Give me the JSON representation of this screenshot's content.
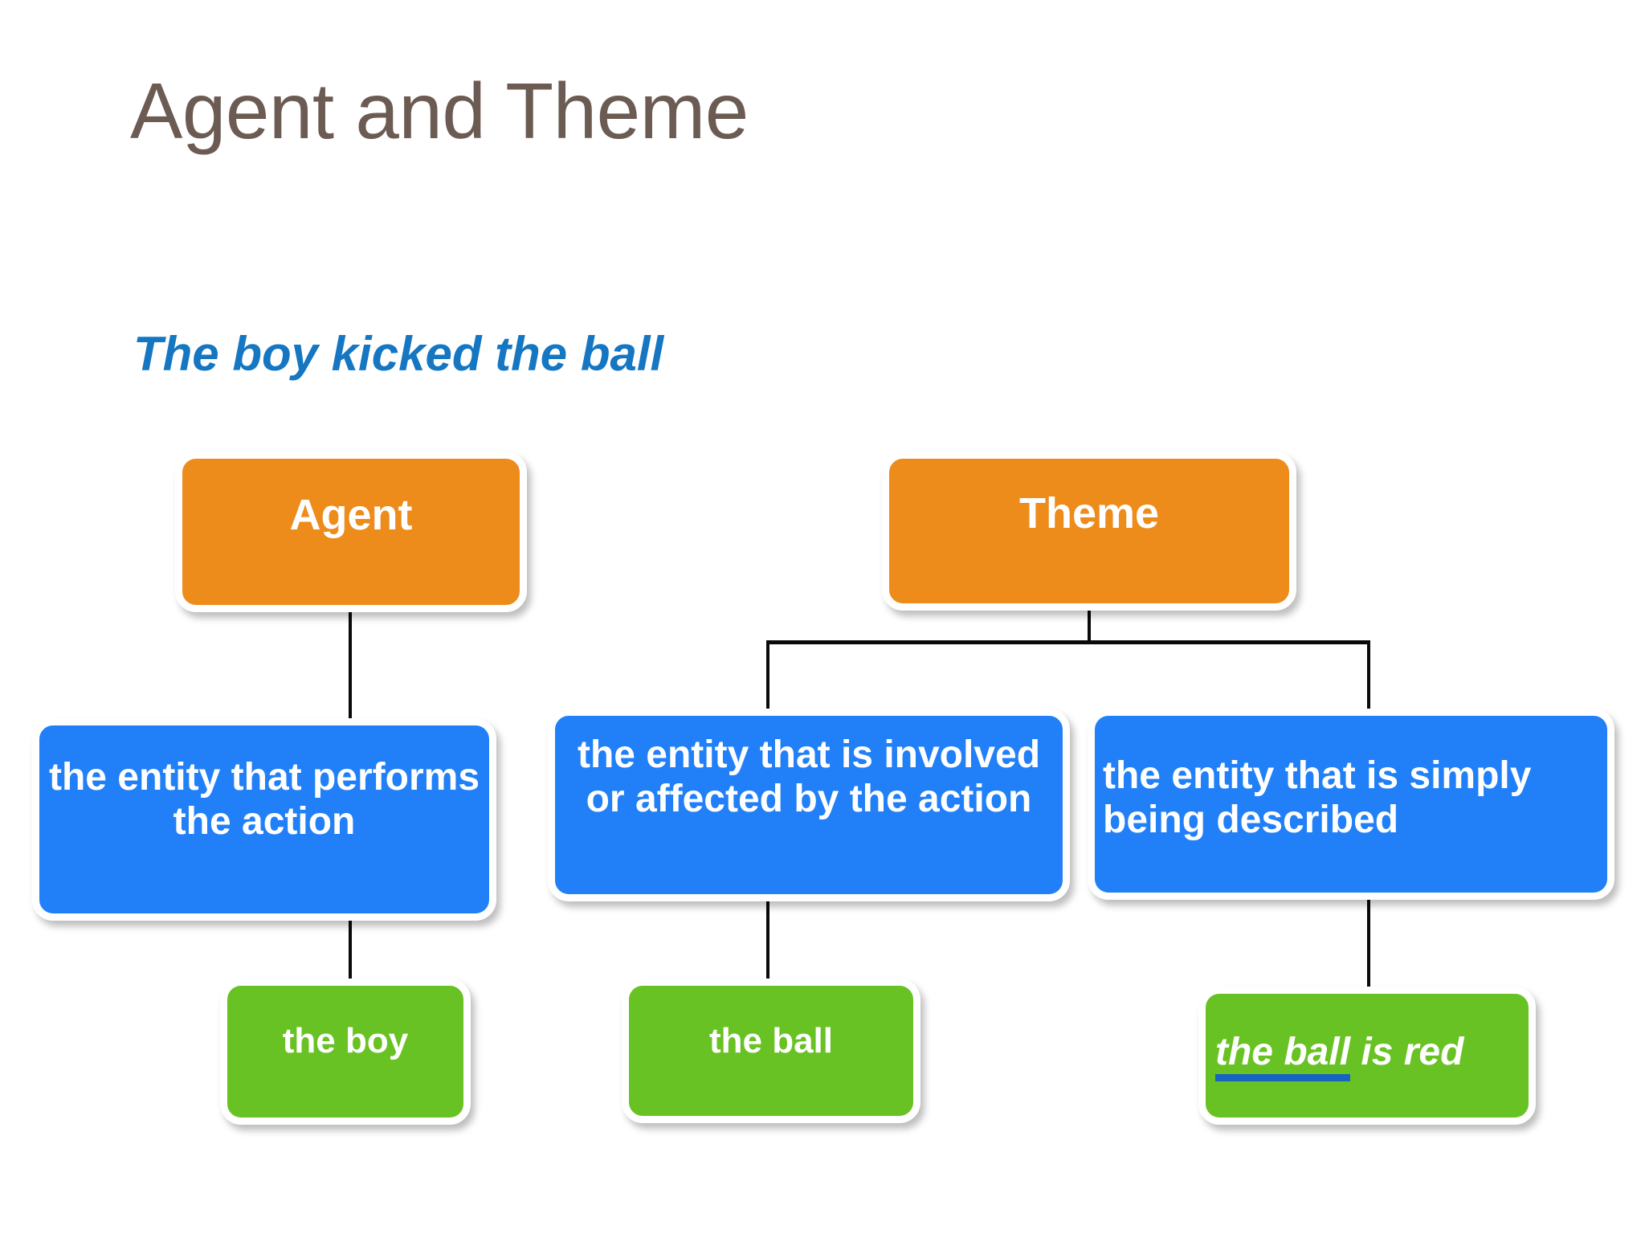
{
  "slide": {
    "title": "Agent and Theme",
    "example_sentence": "The boy kicked the ball",
    "background_color": "#FFFFFF",
    "title_color": "#6B5B52",
    "example_sentence_color": "#1576C1"
  },
  "colors": {
    "orange": "#ED8B1B",
    "blue": "#2180F7",
    "green": "#69C223",
    "connector": "#0A0A0A",
    "underline": "#1565C0",
    "node_border": "#FFFFFF",
    "node_text": "#FFFFFF"
  },
  "diagram": {
    "type": "tree",
    "roots": [
      {
        "id": "agent",
        "label": "Agent",
        "color": "orange",
        "children": [
          {
            "id": "agent-def",
            "label": "the entity that performs the action",
            "color": "blue",
            "children": [
              {
                "id": "the-boy",
                "label": "the boy",
                "color": "green"
              }
            ]
          }
        ]
      },
      {
        "id": "theme",
        "label": "Theme",
        "color": "orange",
        "children": [
          {
            "id": "theme-def-1",
            "label": "the entity that is involved or affected by the action",
            "color": "blue",
            "children": [
              {
                "id": "the-ball",
                "label": "the ball",
                "color": "green"
              }
            ]
          },
          {
            "id": "theme-def-2",
            "label": "the entity that is simply being described",
            "color": "blue",
            "children": [
              {
                "id": "ball-is-red",
                "label": "the ball is red",
                "label_underlined": "the ball",
                "label_plain": " is red",
                "color": "green"
              }
            ]
          }
        ]
      }
    ]
  },
  "nodes": {
    "agent": "Agent",
    "theme": "Theme",
    "agent_def": "the entity that performs the action",
    "theme_def_1": "the entity that is involved or affected by the action",
    "theme_def_2": "the entity that is simply being described",
    "the_boy": "the boy",
    "the_ball": "the ball",
    "ball_is_red_underlined": "the ball",
    "ball_is_red_rest": " is red"
  }
}
